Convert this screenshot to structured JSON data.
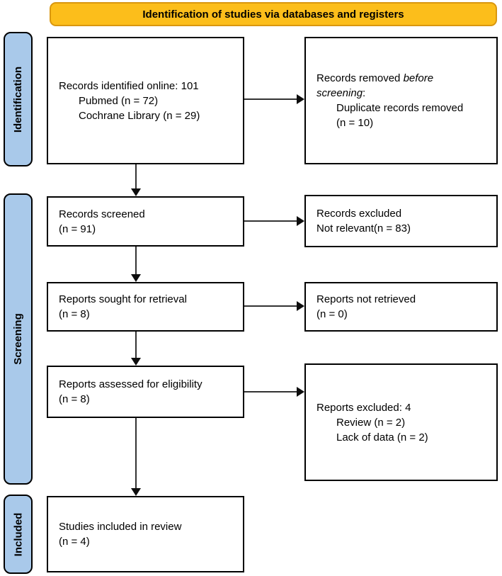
{
  "banner": {
    "label": "Identification of studies via databases and registers"
  },
  "sidebar": {
    "identification": "Identification",
    "screening": "Screening",
    "included": "Included"
  },
  "colors": {
    "banner_bg": "#fcbe1b",
    "banner_border": "#d9970f",
    "stage_bg": "#a9c9ea",
    "box_border": "#000000",
    "arrow": "#333333"
  },
  "boxes": {
    "records_identified": {
      "lines": [
        {
          "text": "Records identified online: 101",
          "indent": false
        },
        {
          "text": "Pubmed (n = 72)",
          "indent": true
        },
        {
          "text": "Cochrane Library (n = 29)",
          "indent": true
        }
      ]
    },
    "records_removed": {
      "lines": [
        {
          "segments": [
            {
              "text": "Records removed ",
              "italic": false
            },
            {
              "text": "before",
              "italic": true
            }
          ],
          "indent": false
        },
        {
          "segments": [
            {
              "text": "screening",
              "italic": true
            },
            {
              "text": ":",
              "italic": false
            }
          ],
          "indent": false
        },
        {
          "text": "Duplicate records removed",
          "indent": true
        },
        {
          "text": "(n = 10)",
          "indent": true
        }
      ]
    },
    "records_screened": {
      "lines": [
        {
          "text": "Records screened",
          "indent": false
        },
        {
          "text": "(n = 91)",
          "indent": false
        }
      ]
    },
    "records_excluded": {
      "lines": [
        {
          "text": "Records excluded",
          "indent": false
        },
        {
          "text": "Not relevant(n = 83)",
          "indent": false
        }
      ]
    },
    "reports_sought": {
      "lines": [
        {
          "text": "Reports sought for retrieval",
          "indent": false
        },
        {
          "text": "(n = 8)",
          "indent": false
        }
      ]
    },
    "reports_not_retrieved": {
      "lines": [
        {
          "text": "Reports not retrieved",
          "indent": false
        },
        {
          "text": "(n = 0)",
          "indent": false
        }
      ]
    },
    "reports_assessed": {
      "lines": [
        {
          "text": "Reports assessed for eligibility",
          "indent": false
        },
        {
          "text": "(n = 8)",
          "indent": false
        }
      ]
    },
    "reports_excluded": {
      "lines": [
        {
          "text": "Reports excluded: 4",
          "indent": false
        },
        {
          "text": "Review (n = 2)",
          "indent": true
        },
        {
          "text": "Lack of data (n = 2)",
          "indent": true
        }
      ]
    },
    "studies_included": {
      "lines": [
        {
          "text": "Studies included in review",
          "indent": false
        },
        {
          "text": "(n = 4)",
          "indent": false
        }
      ]
    }
  }
}
